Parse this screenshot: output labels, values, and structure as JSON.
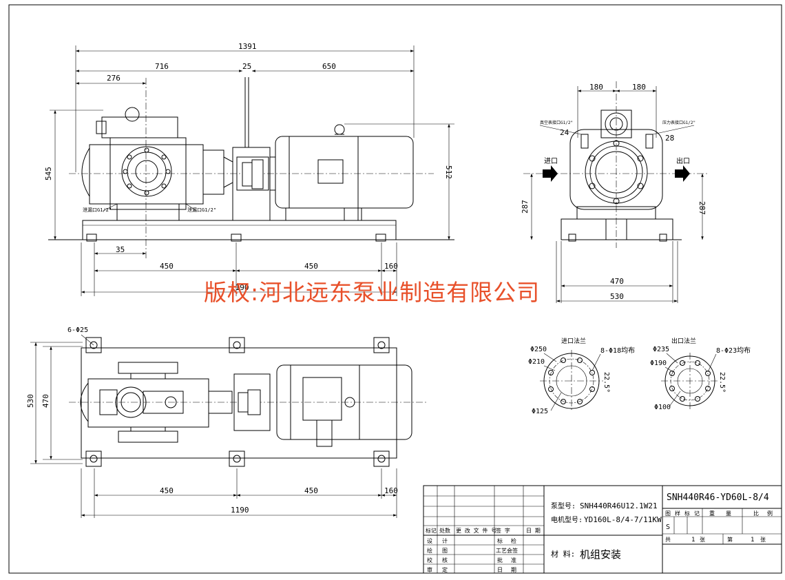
{
  "watermark": "版权:河北远东泵业制造有限公司",
  "front_view": {
    "dims": {
      "overall": "1391",
      "d716": "716",
      "d25": "25",
      "d650": "650",
      "d276": "276",
      "height": "545",
      "shaft_h": "512",
      "d35": "35",
      "base_a": "450",
      "base_b": "450",
      "base_c": "160",
      "base_total": "1190"
    },
    "notes": {
      "drain_left": "泄漏口G1/2\"",
      "drain_right": "泄漏口G1/2\""
    }
  },
  "side_view": {
    "dims": {
      "left180": "180",
      "right180": "180",
      "d24": "24",
      "d28": "28",
      "h_left": "287",
      "h_right": "287",
      "d470": "470",
      "d530": "530"
    },
    "labels": {
      "inlet": "进口",
      "outlet": "出口",
      "vacuum_gauge": "真空表接口G1/2\"",
      "pressure_gauge": "压力表接口G1/2\""
    }
  },
  "plan_view": {
    "dims": {
      "holes": "6-Φ25",
      "d530": "530",
      "d470": "470",
      "b450a": "450",
      "b450b": "450",
      "b160": "160",
      "b1190": "1190"
    }
  },
  "inlet_flange": {
    "title": "进口法兰",
    "d_outer": "Φ250",
    "d_pcd": "Φ210",
    "d_bore": "Φ125",
    "bolts": "8-Φ18均布",
    "angle": "22.5°"
  },
  "outlet_flange": {
    "title": "出口法兰",
    "d_outer": "Φ235",
    "d_pcd": "Φ190",
    "d_bore": "Φ100",
    "bolts": "8-Φ23均布",
    "angle": "22.5°"
  },
  "title_block": {
    "drawing_no": "SNH440R46-YD60L-8/4",
    "pump_model_label": "泵型号:",
    "pump_model": "SNH440R46U12.1W21",
    "motor_model_label": "电机型号:",
    "motor_model": "YD160L-8/4-7/11KW",
    "material_label": "材 料:",
    "material": "机组安装",
    "rev_headers": [
      "标记",
      "处数",
      "更 改 文 件 号",
      "签 字",
      "日 期"
    ],
    "left_rows": [
      [
        "设",
        "计",
        "标",
        "检"
      ],
      [
        "绘",
        "图",
        "工艺会签",
        ""
      ],
      [
        "校",
        "核",
        "批",
        "准"
      ],
      [
        "审",
        "定",
        "日",
        "期"
      ]
    ],
    "props_headers": [
      "图",
      "样",
      "标",
      "记",
      "重",
      "量",
      "比",
      "例"
    ],
    "stage": "S",
    "sheet_total_label": "共",
    "sheet_total": "1",
    "sheet_unit": "张",
    "sheet_no_label": "第",
    "sheet_no": "1",
    "sheet_no_unit": "张"
  }
}
